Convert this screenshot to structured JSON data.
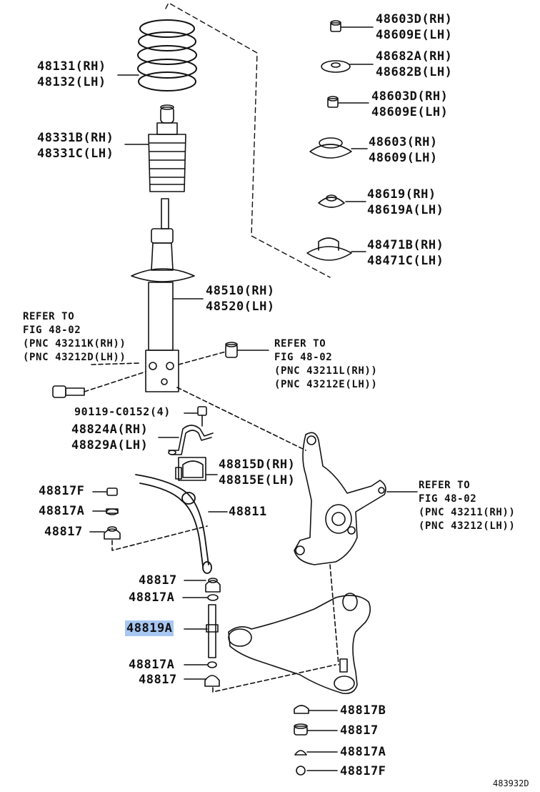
{
  "labels": {
    "p48131": [
      "48131(RH)",
      "48132(LH)"
    ],
    "p48331": [
      "48331B(RH)",
      "48331C(LH)"
    ],
    "p48510": [
      "48510(RH)",
      "48520(LH)"
    ],
    "ref_left": [
      "REFER TO",
      "FIG 48-02",
      "(PNC 43211K(RH))",
      "(PNC 43212D(LH))"
    ],
    "ref_mid": [
      "REFER TO",
      "FIG 48-02",
      "(PNC 43211L(RH))",
      "(PNC 43212E(LH))"
    ],
    "ref_right": [
      "REFER TO",
      "FIG 48-02",
      "(PNC 43211(RH))",
      "(PNC 43212(LH))"
    ],
    "p90119": "90119-C0152(4)",
    "p48824": [
      "48824A(RH)",
      "48829A(LH)"
    ],
    "p48815": [
      "48815D(RH)",
      "48815E(LH)"
    ],
    "p48817F_l": "48817F",
    "p48817A_l": "48817A",
    "p48817_l": "48817",
    "p48811": "48811",
    "p48817_b1": "48817",
    "p48817A_b1": "48817A",
    "p48819A": "48819A",
    "p48817A_b2": "48817A",
    "p48817_b2": "48817",
    "p48603d_1": [
      "48603D(RH)",
      "48609E(LH)"
    ],
    "p48682": [
      "48682A(RH)",
      "48682B(LH)"
    ],
    "p48603d_2": [
      "48603D(RH)",
      "48609E(LH)"
    ],
    "p48603": [
      "48603(RH)",
      "48609(LH)"
    ],
    "p48619": [
      "48619(RH)",
      "48619A(LH)"
    ],
    "p48471": [
      "48471B(RH)",
      "48471C(LH)"
    ],
    "p48817B_r": "48817B",
    "p48817_r": "48817",
    "p48817A_r": "48817A",
    "p48817F_r": "48817F",
    "diagram_code": "483932D"
  },
  "colors": {
    "highlight": "#a7c7f2",
    "ink": "#111111"
  }
}
